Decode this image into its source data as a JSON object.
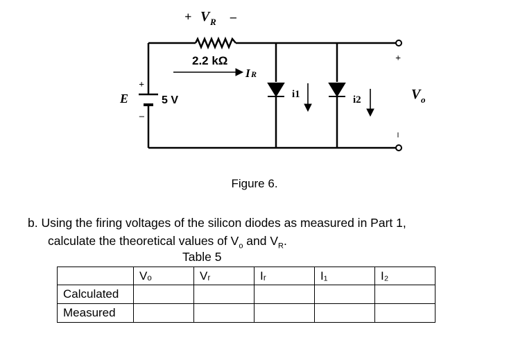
{
  "figure": {
    "vr_plus": "+",
    "vr_label": "V",
    "vr_sub": "R",
    "vr_minus": "–",
    "resistor_value": "2.2 kΩ",
    "ir_label": "I",
    "ir_sub": "R",
    "e_label": "E",
    "e_plus": "+",
    "e_minus": "–",
    "e_value": "5 V",
    "i1_label": "i1",
    "i2_label": "i2",
    "vo_plus": "+",
    "vo_label": "V",
    "vo_sub": "o",
    "vo_minus": "–",
    "caption": "Figure 6."
  },
  "question": {
    "line1": "b.  Using the firing voltages of the silicon diodes as measured in Part 1,",
    "line2_a": "calculate the theoretical values of V",
    "line2_sub1": "o",
    "line2_b": " and V",
    "line2_sub2": "R",
    "line2_c": "."
  },
  "table": {
    "caption": "Table 5",
    "headers": [
      "",
      "Vₒ",
      "Vᵣ",
      "Iᵣ",
      "I₁",
      "I₂"
    ],
    "rows": [
      {
        "label": "Calculated",
        "values": [
          "",
          "",
          "",
          "",
          ""
        ]
      },
      {
        "label": "Measured",
        "values": [
          "",
          "",
          "",
          "",
          ""
        ]
      }
    ]
  }
}
